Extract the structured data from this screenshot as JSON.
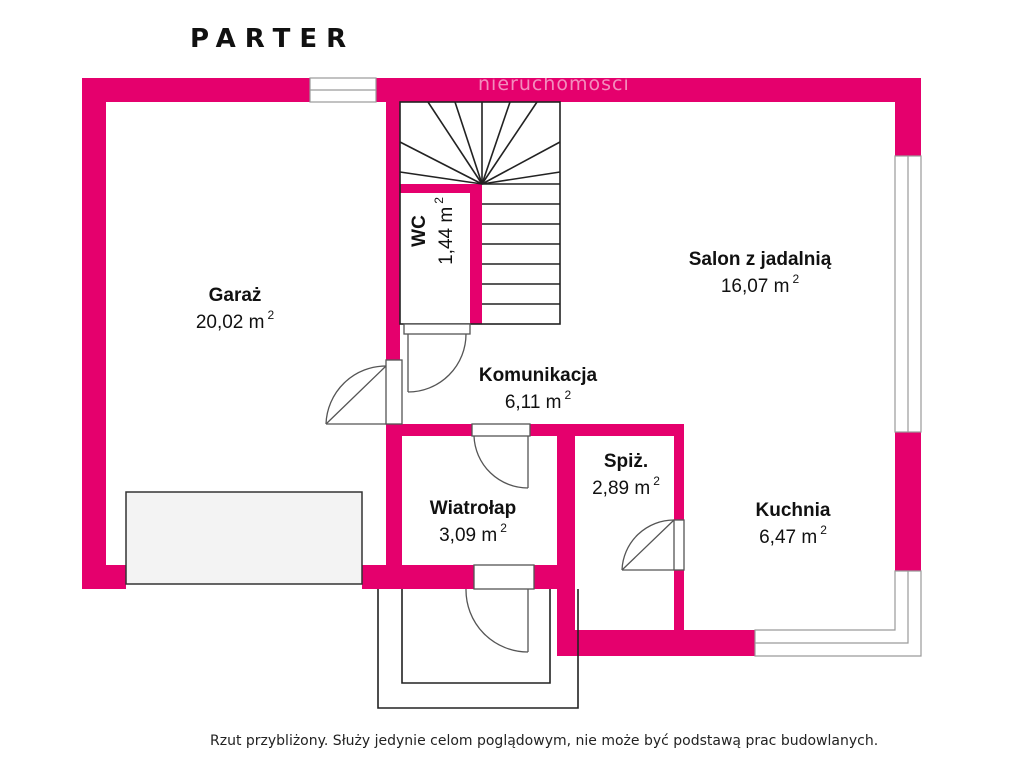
{
  "title": "PARTER",
  "watermark": "nieruchomosci",
  "wall_color": "#e5006d",
  "rooms": {
    "garaz": {
      "name": "Garaż",
      "area": "20,02 m",
      "unit_power": "2"
    },
    "wc": {
      "name": "WC",
      "area": "1,44 m",
      "unit_power": "2"
    },
    "salon": {
      "name": "Salon z jadalnią",
      "area": "16,07 m",
      "unit_power": "2"
    },
    "komunikacja": {
      "name": "Komunikacja",
      "area": "6,11 m",
      "unit_power": "2"
    },
    "spiz": {
      "name": "Spiż.",
      "area": "2,89 m",
      "unit_power": "2"
    },
    "wiatrolap": {
      "name": "Wiatrołap",
      "area": "3,09 m",
      "unit_power": "2"
    },
    "kuchnia": {
      "name": "Kuchnia",
      "area": "6,47 m",
      "unit_power": "2"
    }
  },
  "disclaimer": "Rzut przybliżony. Służy jedynie celom poglądowym, nie może być podstawą prac budowlanych."
}
